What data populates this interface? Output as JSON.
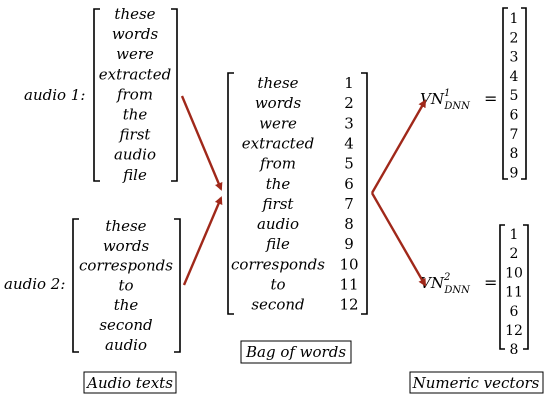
{
  "audio1": {
    "label": "audio 1:",
    "words": [
      "these",
      "words",
      "were",
      "extracted",
      "from",
      "the",
      "first",
      "audio",
      "file"
    ]
  },
  "audio2": {
    "label": "audio 2:",
    "words": [
      "these",
      "words",
      "corresponds",
      "to",
      "the",
      "second",
      "audio"
    ]
  },
  "bag": {
    "words": [
      "these",
      "words",
      "were",
      "extracted",
      "from",
      "the",
      "first",
      "audio",
      "file",
      "corresponds",
      "to",
      "second"
    ],
    "indices": [
      "1",
      "2",
      "3",
      "4",
      "5",
      "6",
      "7",
      "8",
      "9",
      "10",
      "11",
      "12"
    ]
  },
  "vector1": {
    "base": "VN",
    "sup": "1",
    "sub": "DNN",
    "equals": "=",
    "values": [
      "1",
      "2",
      "3",
      "4",
      "5",
      "6",
      "7",
      "8",
      "9"
    ]
  },
  "vector2": {
    "base": "VN",
    "sup": "2",
    "sub": "DNN",
    "equals": "=",
    "values": [
      "1",
      "2",
      "10",
      "11",
      "6",
      "12",
      "8"
    ]
  },
  "captions": {
    "audio_texts": "Audio texts",
    "bag_of_words": "Bag of words",
    "numeric_vectors": "Numeric vectors"
  },
  "colors": {
    "arrow": "#a0281a",
    "text": "#000000"
  }
}
